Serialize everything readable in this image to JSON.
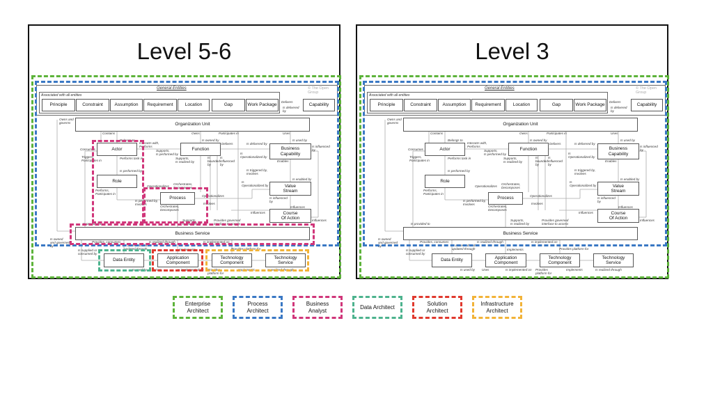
{
  "panels": [
    {
      "title": "Level 5-6",
      "overlays": [
        "enterprise",
        "process",
        "business",
        "data",
        "solution",
        "infrastructure"
      ]
    },
    {
      "title": "Level 3",
      "overlays": [
        "enterprise",
        "process"
      ]
    }
  ],
  "diagram": {
    "general_entities_title": "General Entities",
    "copyright": "© The Open Group",
    "associated_label": "Associated with all entities",
    "general_entities": [
      "Principle",
      "Constraint",
      "Assumption",
      "Requirement",
      "Location",
      "Gap",
      "Work Package"
    ],
    "capability": "Capability",
    "entities": {
      "organization_unit": "Organization Unit",
      "actor": "Actor",
      "function": "Function",
      "business_capability": "Business\nCapability",
      "role": "Role",
      "process": "Process",
      "value_stream": "Value\nStream",
      "course_of_action": "Course\nOf Action",
      "business_service": "Business Service",
      "data_entity": "Data Entity",
      "application_component": "Application\nComponent",
      "technology_component": "Technology\nComponent",
      "technology_service": "Technology\nService"
    },
    "relations": [
      "Delivers",
      "Is delivered\nby",
      "Owns and\ngoverns",
      "Contains",
      "Belongs to",
      "Interacts with,\nPerforms",
      "Consumes",
      "Triggers,\nParticipates in",
      "Performs task in",
      "Is performed by",
      "Owns",
      "Is owned by",
      "Participates in",
      "Delivers",
      "Is delivered by",
      "Uses",
      "Is used by",
      "Is influenced\nby",
      "Supports,\nIs performed by",
      "Supports,\nIs realized by",
      "Is\nbounded\nby",
      "Is\ninfluenced\nby",
      "Is\nOperationalized by",
      "Enables",
      "Is triggered by,\nInvolves",
      "Is enabled by",
      "Is\nOperationalized by",
      "Performs,\nParticipates in",
      "Operationalizes",
      "Orchestrates,\nDecomposes",
      "Is performed by,\nInvolves",
      "Operationalizes",
      "Involves",
      "Is influenced\nby",
      "Influences",
      "Influences",
      "Orchestrates,\nDecomposes",
      "Supports,\nIs realized by",
      "Provides governed\ninterface to access",
      "Influences",
      "Is provided to",
      "Is owned\nand governed\nby",
      "Provides, consumes",
      "Is accessed and\nupdated through",
      "Is realized through",
      "Is implemented on",
      "Is supplied or\nconsumed by",
      "Implements",
      "Provides platform for",
      "Is used by",
      "Uses",
      "Is implemented on",
      "Provides\nplatform for",
      "Implements",
      "Is realized through"
    ]
  },
  "legend": [
    {
      "key": "enterprise",
      "label": "Enterprise\nArchitect"
    },
    {
      "key": "process",
      "label": "Process\nArchitect"
    },
    {
      "key": "business",
      "label": "Business\nAnalyst"
    },
    {
      "key": "data",
      "label": "Data Architect"
    },
    {
      "key": "solution",
      "label": "Solution\nArchitect"
    },
    {
      "key": "infrastructure",
      "label": "Infrastructure\nArchitect"
    }
  ],
  "colors": {
    "enterprise": "#5db33a",
    "process": "#3a78c4",
    "business": "#d0367a",
    "data": "#4db38e",
    "solution": "#e0392e",
    "infrastructure": "#f2b338"
  }
}
